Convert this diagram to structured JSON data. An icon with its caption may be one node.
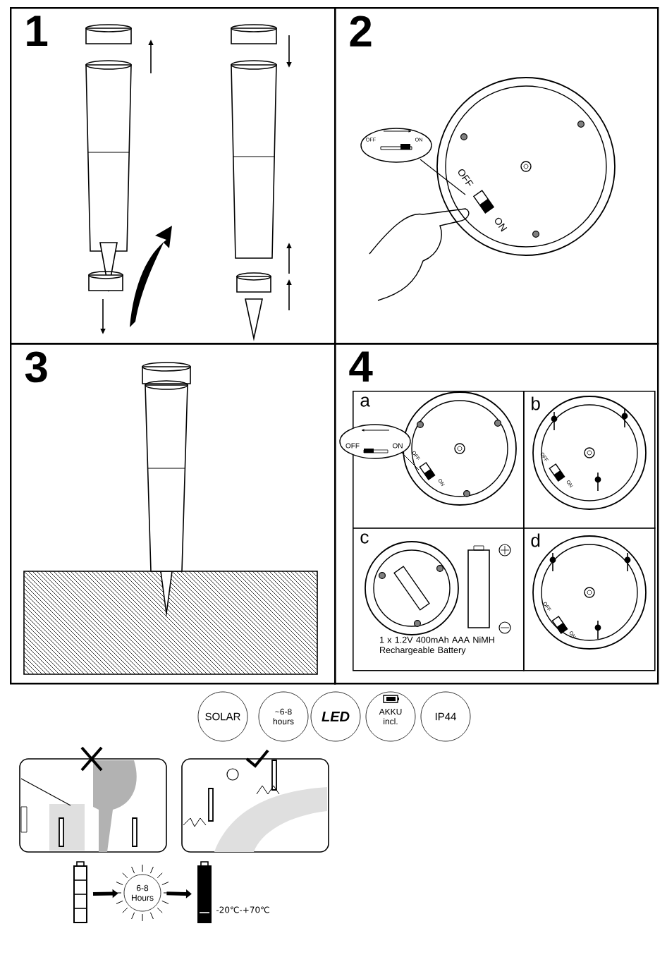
{
  "diagram": {
    "nodes": [
      {
        "text": [
          "1"
        ]
      },
      {
        "text": [
          "2"
        ]
      },
      {
        "text": [
          "3"
        ]
      },
      {
        "text": [
          "4"
        ]
      },
      {
        "text": [
          "a"
        ],
        "in": 3
      },
      {
        "text": [
          "b"
        ],
        "in": 3
      },
      {
        "text": [
          "c",
          "1 x 1.2V 400mAh AAA NiMH Rechargeable Battery"
        ],
        "in": 3
      },
      {
        "text": [
          "d"
        ],
        "in": 3
      },
      {
        "text": [
          "SOLAR"
        ]
      },
      {
        "text": [
          "~6-8 hours"
        ]
      },
      {
        "text": [
          "LED"
        ]
      },
      {
        "text": [
          "AKKU incl."
        ]
      },
      {
        "text": [
          "IP44"
        ]
      },
      {
        "text": [],
        "shape": "picture"
      },
      {
        "text": [
          "6-8 Hours"
        ]
      },
      {
        "text": [],
        "shape": "picture",
        "beside": [
          "-20℃-+70℃"
        ]
      }
    ],
    "edges": [
      {
        "from": 13,
        "to": 14,
        "arrow": "to"
      },
      {
        "from": 14,
        "to": 15,
        "arrow": "to"
      }
    ],
    "labels": [
      "OFF",
      "ON",
      "OFF",
      "ON",
      "OFF",
      "ON",
      "OFF",
      "ON",
      "OFF",
      "ON",
      "OFF",
      "ON"
    ]
  }
}
